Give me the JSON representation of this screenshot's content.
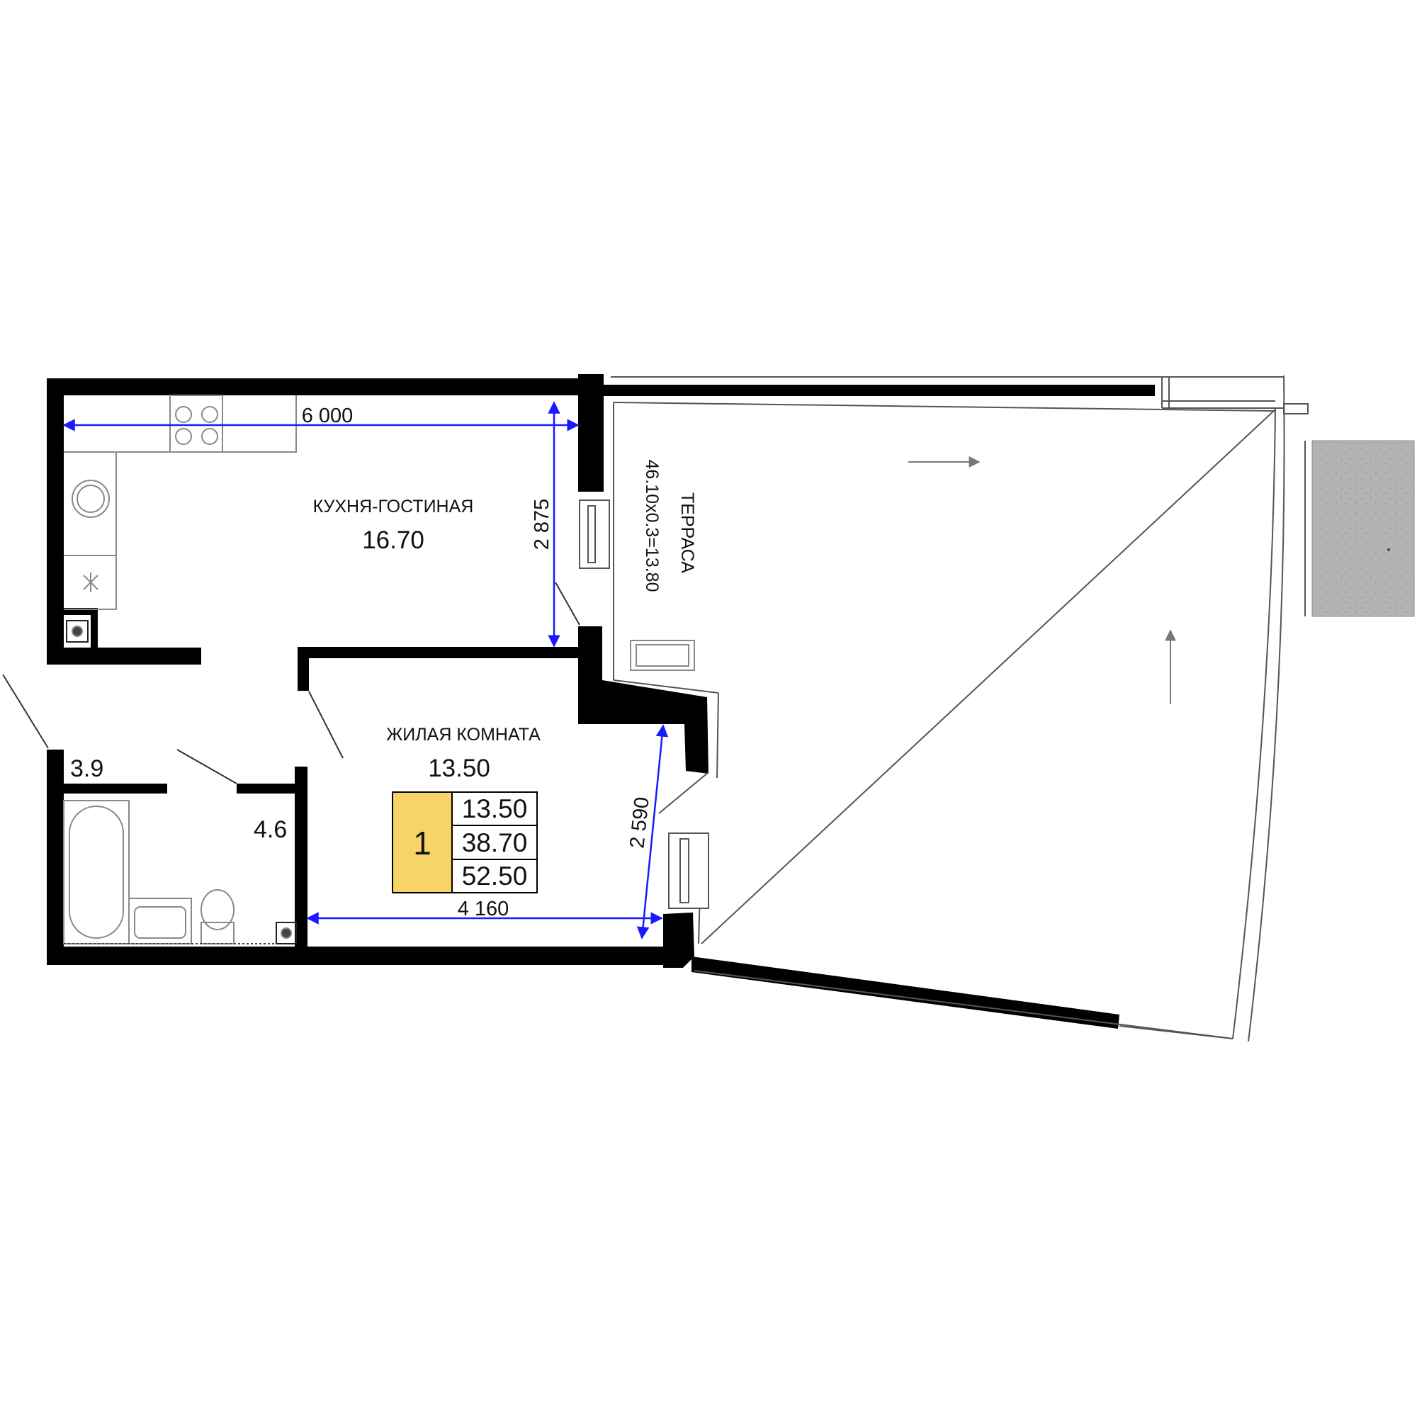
{
  "rooms": {
    "kitchen_living": {
      "name": "КУХНЯ-ГОСТИНАЯ",
      "area": "16.70"
    },
    "living_room": {
      "name": "ЖИЛАЯ КОМНАТА",
      "area": "13.50"
    },
    "terrace": {
      "name": "ТЕРРАСА",
      "area": "46.10х0.3=13.80"
    },
    "hall": {
      "area": "3.9"
    },
    "bathroom": {
      "area": "4.6"
    }
  },
  "dimensions": {
    "kitchen_width": "6 000",
    "kitchen_depth": "2 875",
    "room_width": "4 160",
    "room_depth": "2 590"
  },
  "legend": {
    "rooms_count": "1",
    "living_area": "13.50",
    "total_area": "38.70",
    "area_with_terrace": "52.50",
    "accent_color": "#f8d466"
  },
  "colors": {
    "wall": "#000000",
    "dimension_line": "#1a1aff",
    "thin_line": "#555555",
    "hatch": "#b0b0b0"
  }
}
